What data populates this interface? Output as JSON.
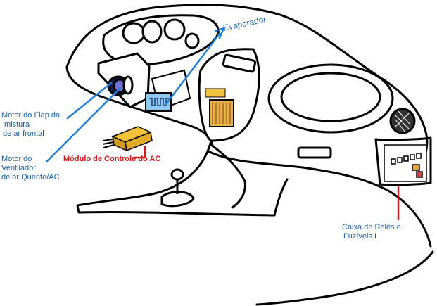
{
  "labels": {
    "evaporador": "Evaporador",
    "motor_flap": [
      "Motor do Flap da",
      "mistura",
      "de ar frontal"
    ],
    "motor_ventilador": [
      "Motor do",
      "Ventilador",
      "de ar Quente/AC"
    ],
    "modulo_controle": "Módulo de Controle do AC",
    "caixa_reles": [
      "Caixa de Relês e",
      "Fuzíveis I"
    ]
  },
  "colors": {
    "label_blue": "#1a5ea8",
    "label_red": "#d11a1a",
    "pointer_blue": "#1f7fd6",
    "pointer_red": "#d11a1a",
    "evaporator_fill": "#8ec8ea",
    "module_fill": "#f2c23a",
    "outline": "#000000"
  }
}
